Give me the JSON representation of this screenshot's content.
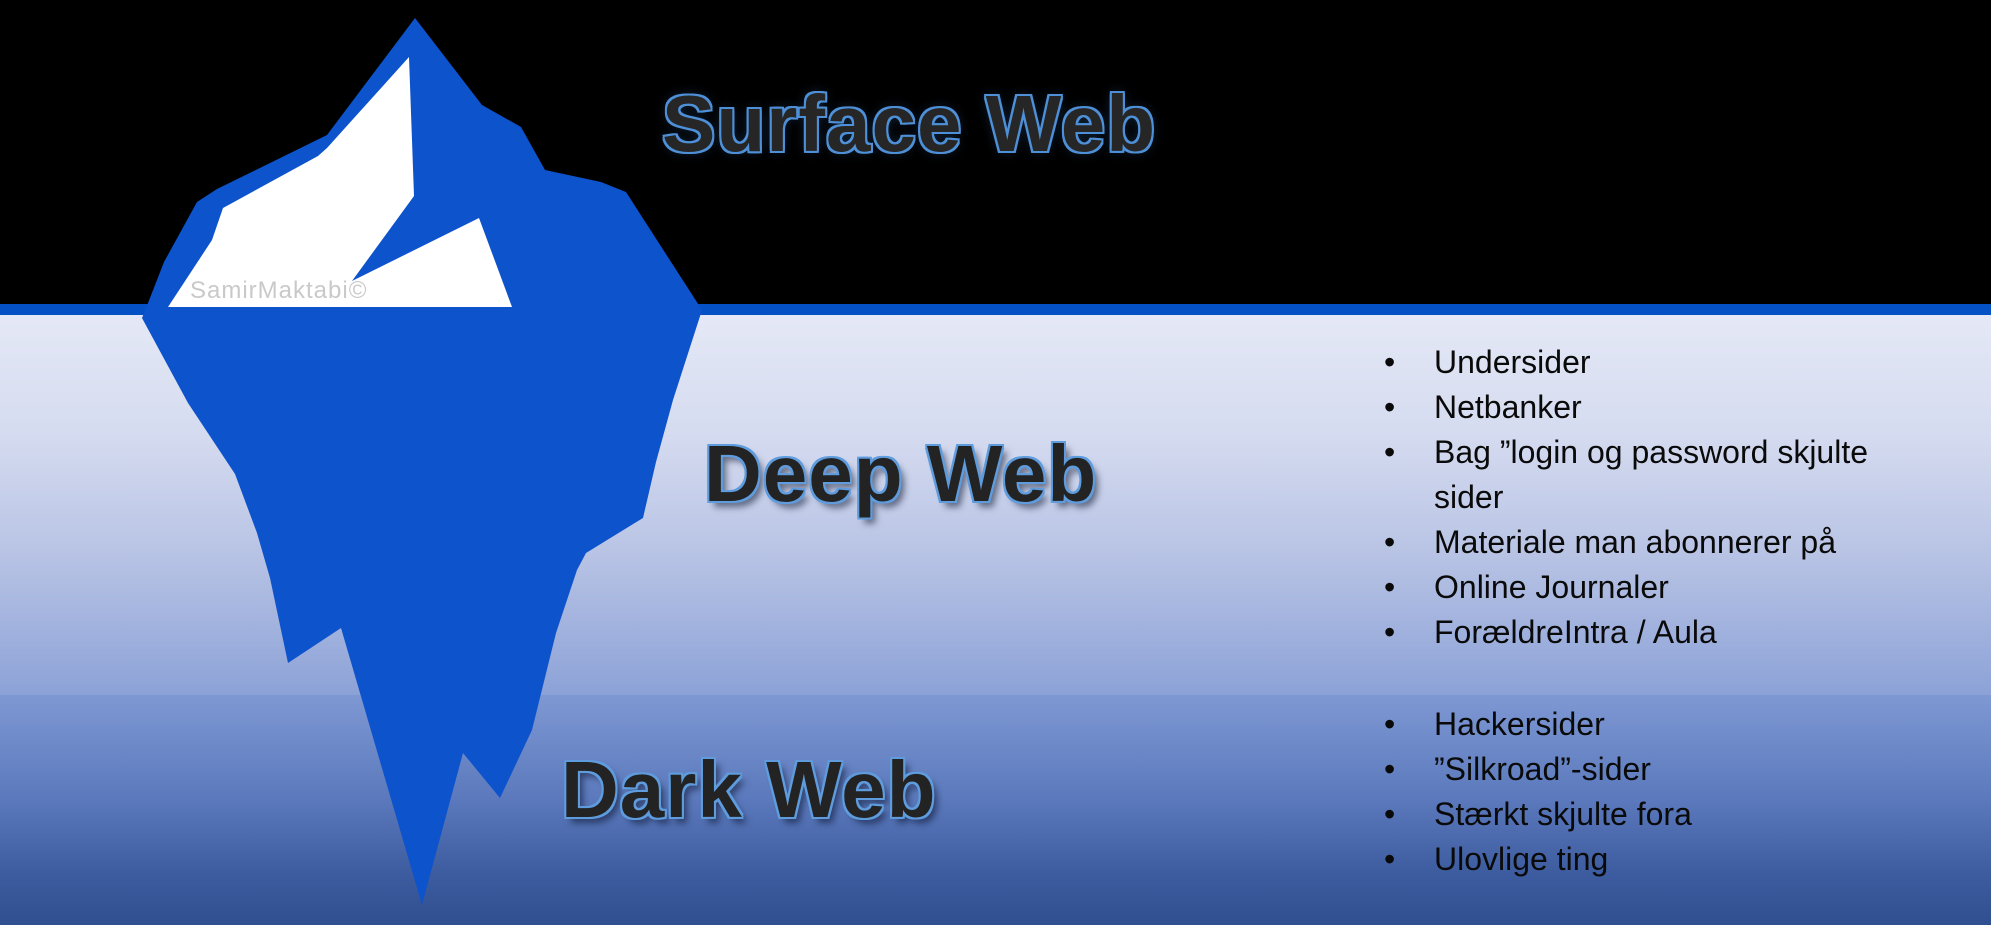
{
  "diagram": {
    "watermark": "SamirMaktabi©",
    "bullet_char": "•",
    "surface": {
      "title": "Surface Web"
    },
    "deep": {
      "title": "Deep Web",
      "items": [
        "Undersider",
        "Netbanker",
        "Bag ”login og password skjulte sider",
        "Materiale man abonnerer på",
        "Online Journaler",
        "ForældreIntra / Aula"
      ]
    },
    "dark": {
      "title": "Dark Web",
      "items": [
        "Hackersider",
        "”Silkroad”-sider",
        "Stærkt skjulte fora",
        "Ulovlige ting"
      ]
    },
    "colors": {
      "sky_black": "#000000",
      "waterline_blue": "#0450C5",
      "iceberg_blue": "#0D53CB",
      "snow_white": "#FFFFFF",
      "deep_gradient_top": "#E4E8F6",
      "deep_gradient_bottom": "#8CA2D7",
      "dark_gradient_top": "#7E98D3",
      "dark_gradient_bottom": "#2F4F90",
      "title_fill": "#262626",
      "title_outline": "#5E9CDE",
      "list_text": "#0A0A0A",
      "watermark_gray": "#C9C9C9"
    }
  }
}
